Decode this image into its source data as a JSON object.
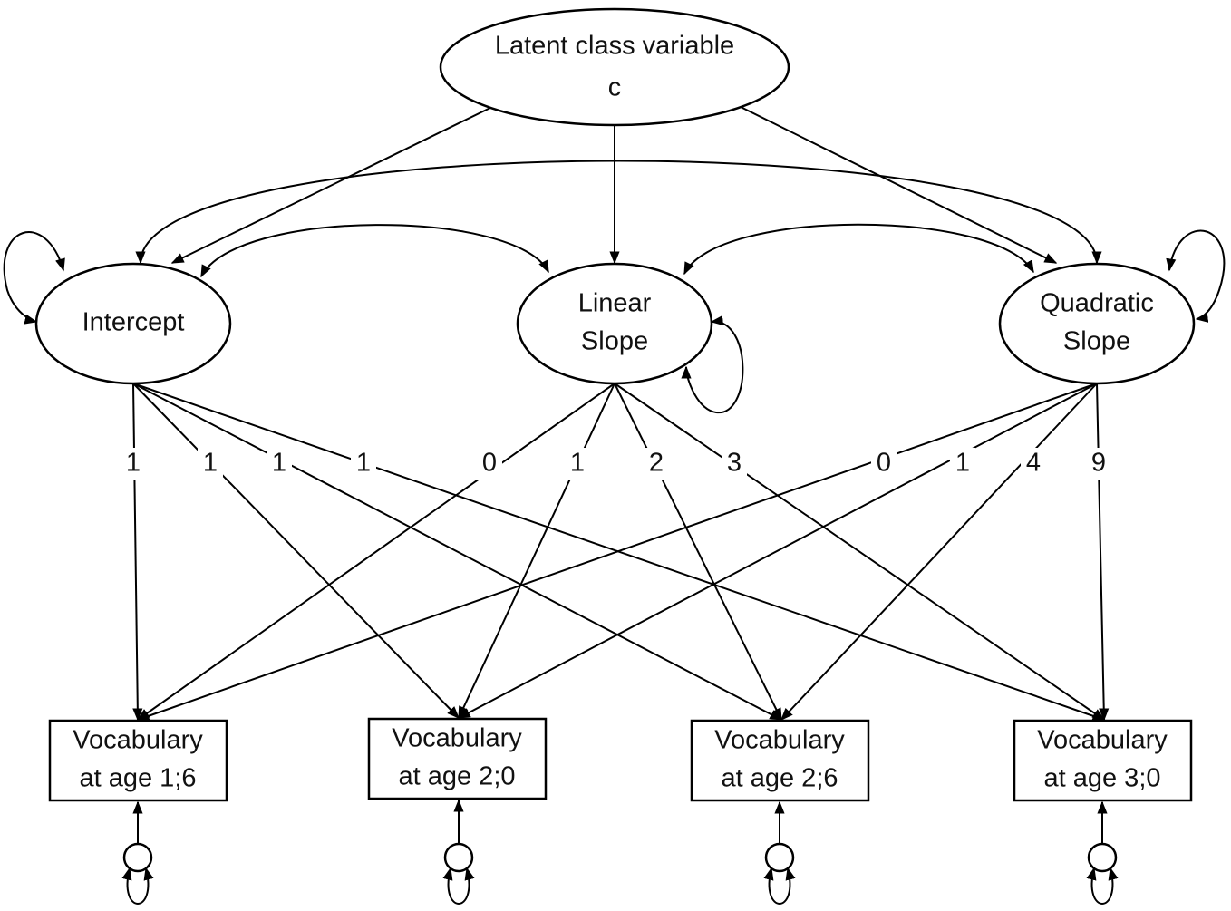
{
  "latent_class": {
    "line1": "Latent class variable",
    "line2": "c"
  },
  "factors": {
    "intercept": {
      "line1": "Intercept"
    },
    "linear": {
      "line1": "Linear",
      "line2": "Slope"
    },
    "quadratic": {
      "line1": "Quadratic",
      "line2": "Slope"
    }
  },
  "observed": [
    {
      "line1": "Vocabulary",
      "line2": "at age 1;6"
    },
    {
      "line1": "Vocabulary",
      "line2": "at age 2;0"
    },
    {
      "line1": "Vocabulary",
      "line2": "at age 2;6"
    },
    {
      "line1": "Vocabulary",
      "line2": "at age 3;0"
    }
  ],
  "loadings": {
    "intercept": [
      "1",
      "1",
      "1",
      "1"
    ],
    "linear": [
      "0",
      "1",
      "2",
      "3"
    ],
    "quadratic": [
      "0",
      "1",
      "4",
      "9"
    ]
  },
  "colors": {
    "stroke": "#000000",
    "background": "#ffffff"
  }
}
